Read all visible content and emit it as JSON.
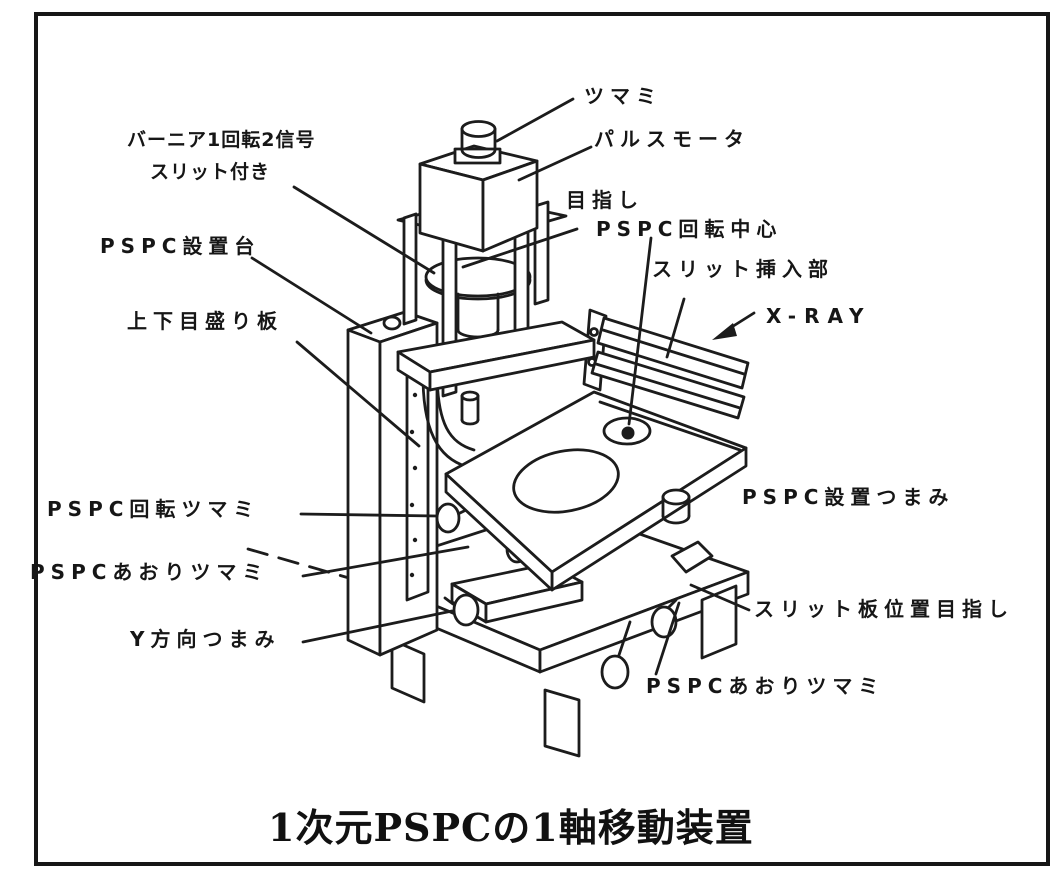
{
  "figure": {
    "caption": "1次元PSPCの1軸移動装置",
    "ink_color": "#1c1c1c",
    "paper_color": "#ffffff",
    "labels": {
      "vernier_line1": "バーニア1回転2信号",
      "vernier_line2": "スリット付き",
      "pspc_stand": "PSPC設置台",
      "vertical_scale_plate": "上下目盛り板",
      "pspc_rotation_knob": "PSPC回転ツマミ",
      "pspc_tilt_knob_left": "PSPCあおりツマミ",
      "y_direction_knob": "Y方向つまみ",
      "top_knob": "ツマミ",
      "pulse_motor": "パルスモータ",
      "pointer_mark": "目指し",
      "pspc_rotation_center": "PSPC回転中心",
      "slit_insertion_part": "スリット挿入部",
      "xray": "X-RAY",
      "pspc_setting_knob": "PSPC設置つまみ",
      "slit_plate_position_mark": "スリット板位置目指し",
      "pspc_tilt_knob_right": "PSPCあおりツマミ"
    }
  }
}
